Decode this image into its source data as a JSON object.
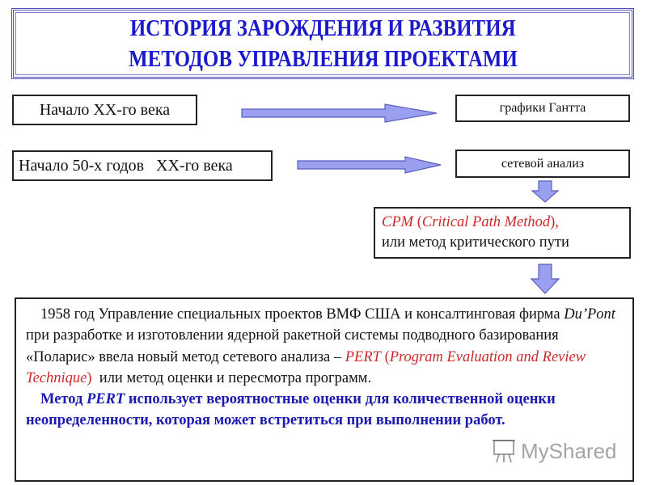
{
  "slide": {
    "title_lines": [
      "ИСТОРИЯ  ЗАРОЖДЕНИЯ И РАЗВИТИЯ",
      "МЕТОДОВ УПРАВЛЕНИЯ ПРОЕКТАМИ"
    ],
    "colors": {
      "title": "#1a1acc",
      "title_border": "#4d4fb5",
      "arrow_fill": "#9b9ff0",
      "arrow_stroke": "#5a5ec0",
      "accent_red": "#cc2a2a",
      "accent_blue": "#1a1ab0"
    },
    "timeline": [
      {
        "period": "Начало XX-го века",
        "result": "графики Гантта"
      },
      {
        "period": "Начало 50-х годов   XX-го века",
        "result": "сетевой анализ"
      }
    ],
    "cpm": {
      "abbr": "CPM",
      "open_paren": " (",
      "full": "Critical Path Method",
      "close": "),",
      "translation": "или метод критического пути"
    },
    "main": {
      "para1_a": "1958 год Управление специальных проектов ВМФ США и консалтинговая фирма ",
      "dupont": "Du’Pont",
      "para1_b": "  при разработке и изготовлении ядерной ракетной системы подводного базирования «Поларис» ввела новый метод сетевого анализа – ",
      "pert_abbr": "PERT",
      "pert_open": " (",
      "pert_full": "Program Evaluation and Review Technique",
      "pert_close": ")",
      "para1_c": "  или метод оценки и пересмотра программ.",
      "para2_a": "Метод ",
      "para2_pert": "PERT",
      "para2_b": " использует вероятностные оценки для количественной оценки неопределенности, которая может встретиться при выполнении работ."
    },
    "watermark": "MyShared"
  }
}
